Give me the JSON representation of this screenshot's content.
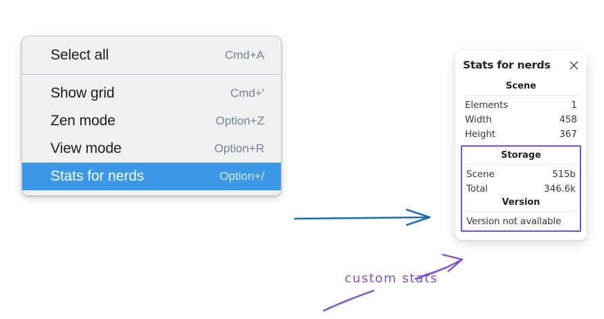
{
  "context_menu": {
    "groups": [
      {
        "items": [
          {
            "label": "Select all",
            "shortcut": "Cmd+A",
            "selected": false
          }
        ]
      },
      {
        "items": [
          {
            "label": "Show grid",
            "shortcut": "Cmd+'",
            "selected": false
          },
          {
            "label": "Zen mode",
            "shortcut": "Option+Z",
            "selected": false
          },
          {
            "label": "View mode",
            "shortcut": "Option+R",
            "selected": false
          },
          {
            "label": "Stats for nerds",
            "shortcut": "Option+/",
            "selected": true
          }
        ]
      }
    ],
    "highlight_color": "#3c99e8"
  },
  "stats_panel": {
    "title": "Stats for nerds",
    "close_icon": "close-icon",
    "sections": [
      {
        "heading": "Scene",
        "rows": [
          {
            "key": "Elements",
            "value": "1"
          },
          {
            "key": "Width",
            "value": "458"
          },
          {
            "key": "Height",
            "value": "367"
          }
        ]
      },
      {
        "heading": "Storage",
        "rows": [
          {
            "key": "Scene",
            "value": "515b"
          },
          {
            "key": "Total",
            "value": "346.6k"
          }
        ]
      },
      {
        "heading": "Version",
        "note": "Version not available"
      }
    ],
    "highlight_border_color": "#7c4fd8"
  },
  "annotations": {
    "handwritten_label": "custom stats",
    "arrow_blue_color": "#1f6db5",
    "arrow_purple_color": "#7c4fd8"
  }
}
